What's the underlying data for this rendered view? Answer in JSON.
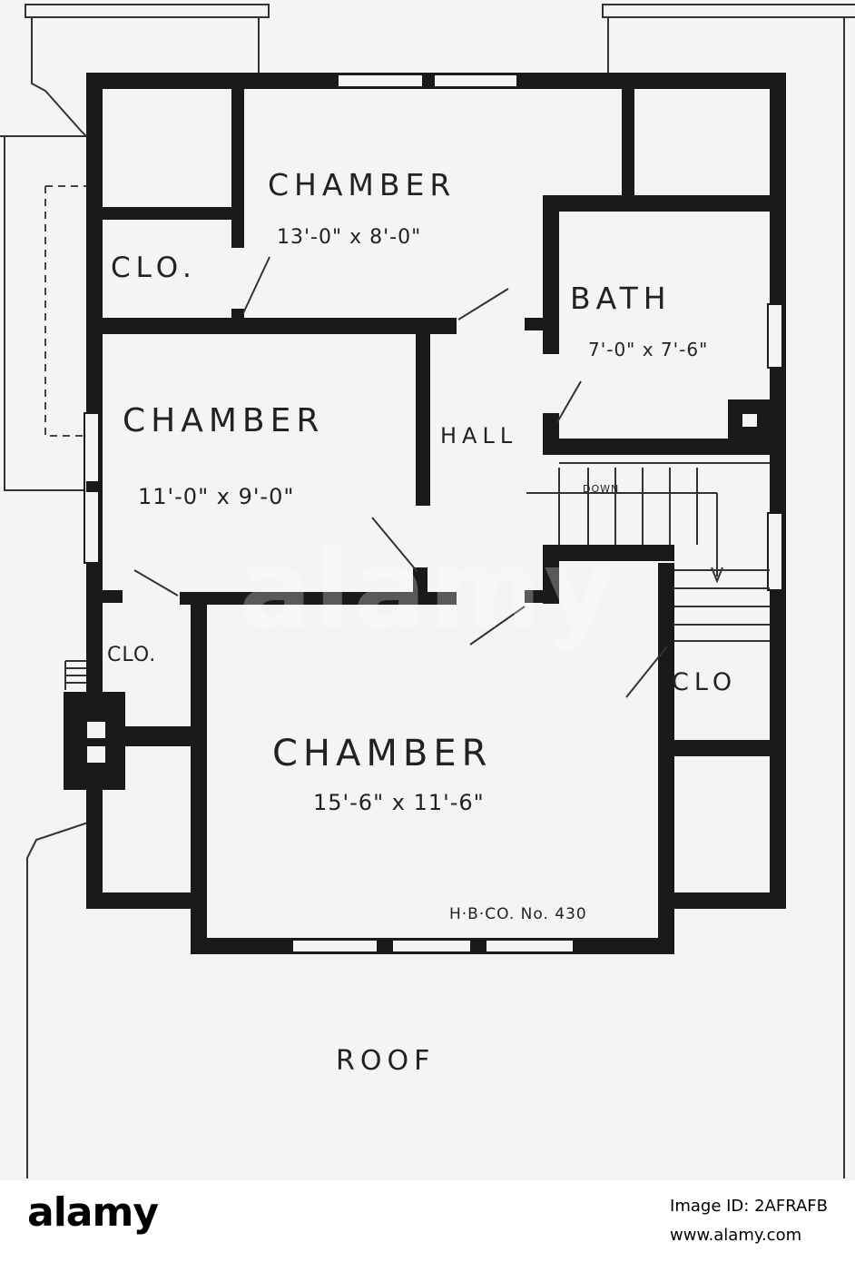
{
  "plan": {
    "rooms": {
      "chamber_top": {
        "name": "CHAMBER",
        "size": "13'-0\" x 8'-0\""
      },
      "chamber_mid": {
        "name": "CHAMBER",
        "size": "11'-0\" x 9'-0\""
      },
      "chamber_big": {
        "name": "CHAMBER",
        "size": "15'-6\" x 11'-6\""
      },
      "bath": {
        "name": "BATH",
        "size": "7'-0\" x 7'-6\""
      },
      "hall": {
        "name": "HALL"
      },
      "clo_top": {
        "name": "CLO."
      },
      "clo_left": {
        "name": "CLO."
      },
      "clo_right": {
        "name": "CLO"
      }
    },
    "stair_label": "DOWN",
    "plan_number": "H·B·CO. No. 430",
    "roof": "ROOF"
  },
  "watermark": "alamy",
  "footer": {
    "logo": "alamy",
    "image_id": "Image ID: 2AFRAFB",
    "site": "www.alamy.com"
  },
  "colors": {
    "wall": "#1a1a1a",
    "paper": "#f4f4f2",
    "footer_bg": "#ffffff"
  }
}
